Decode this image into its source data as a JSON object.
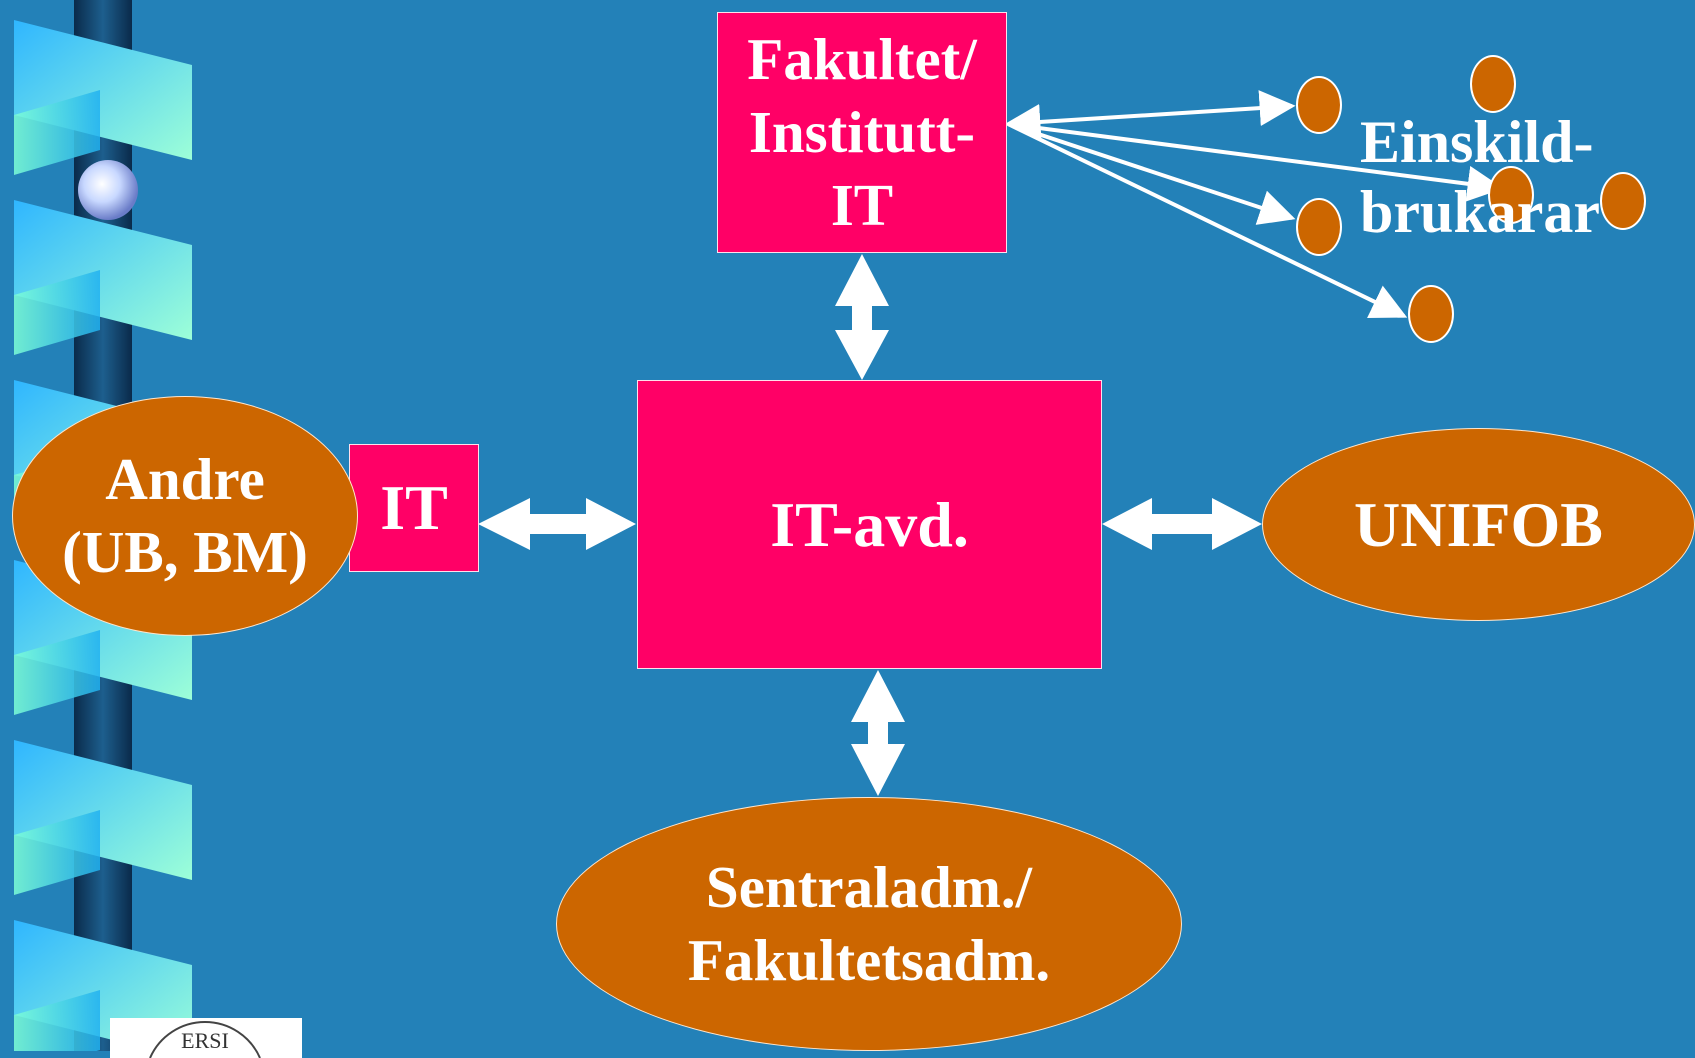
{
  "nodes": {
    "fakultet": [
      "Fakultet/",
      "Institutt-",
      "IT"
    ],
    "it_small": "IT",
    "it_avd": "IT-avd.",
    "andre": [
      "Andre",
      "(UB, BM)"
    ],
    "unifob": "UNIFOB",
    "sentraladm": [
      "Sentraladm./",
      "Fakultetsadm."
    ],
    "einskild": [
      "Einskild-",
      "brukarar"
    ]
  },
  "colors": {
    "background": "#2381b8",
    "box_fill": "#ff0066",
    "oval_fill": "#cc6600",
    "arrow": "#ffffff"
  },
  "icons": {
    "logo": "university-seal-icon"
  }
}
